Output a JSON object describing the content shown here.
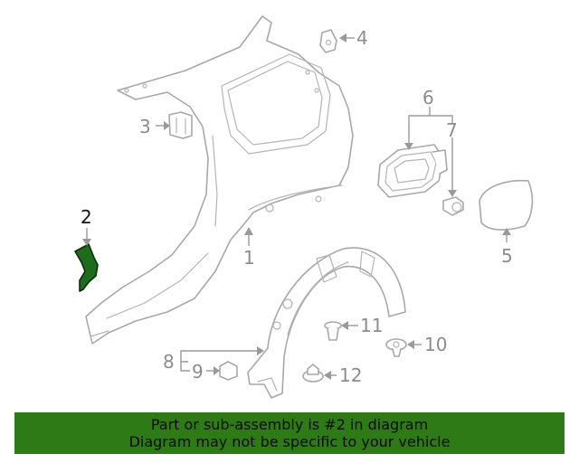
{
  "diagram": {
    "callouts": [
      {
        "id": "1",
        "label": "1"
      },
      {
        "id": "2",
        "label": "2",
        "highlighted": true
      },
      {
        "id": "3",
        "label": "3"
      },
      {
        "id": "4",
        "label": "4"
      },
      {
        "id": "5",
        "label": "5"
      },
      {
        "id": "6",
        "label": "6"
      },
      {
        "id": "7",
        "label": "7"
      },
      {
        "id": "8",
        "label": "8"
      },
      {
        "id": "9",
        "label": "9"
      },
      {
        "id": "10",
        "label": "10"
      },
      {
        "id": "11",
        "label": "11"
      },
      {
        "id": "12",
        "label": "12"
      }
    ],
    "colors": {
      "highlight_part": "#1f6b1c",
      "banner_bg": "#2d7a16",
      "line_art": "#a8a8a8",
      "callout_text": "#8c8c8c"
    }
  },
  "banner": {
    "line1": "Part or sub-assembly is #2 in diagram",
    "line2": "Diagram may not be specific to your vehicle"
  }
}
